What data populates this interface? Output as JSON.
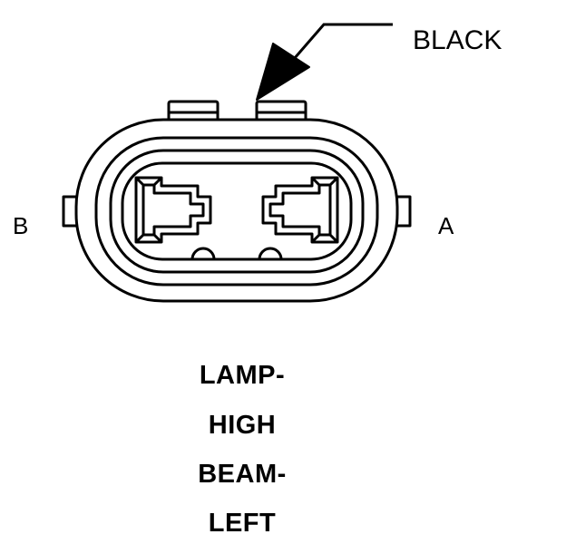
{
  "callout": {
    "label": "BLACK"
  },
  "pins": {
    "left_label": "B",
    "right_label": "A"
  },
  "caption": {
    "lines": [
      "LAMP-",
      "HIGH",
      "BEAM-",
      "LEFT"
    ]
  },
  "colors": {
    "stroke": "#000000",
    "background": "#ffffff"
  }
}
